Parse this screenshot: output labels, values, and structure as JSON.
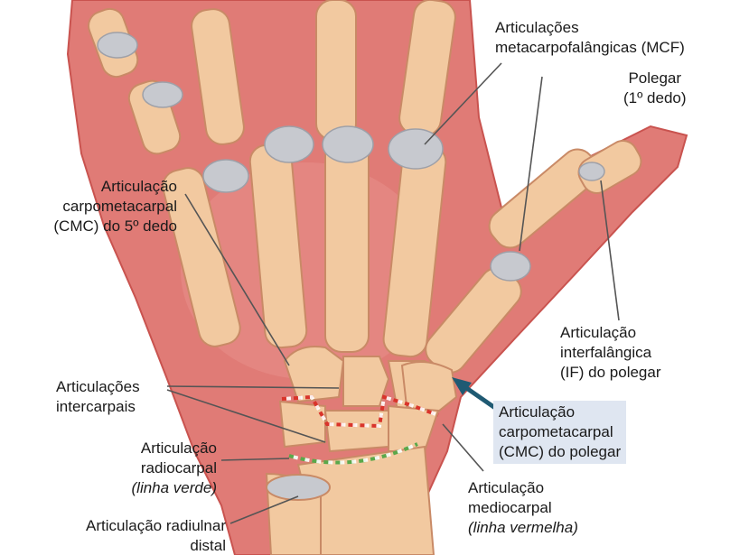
{
  "colors": {
    "skin": "#e07b76",
    "skin_dark": "#c9534f",
    "bone": "#f2c9a0",
    "bone_edge": "#c98a66",
    "cartilage": "#c7c9cf",
    "leader": "#555555",
    "arrow": "#1f5a73",
    "highlight_bg": "#dfe6f1",
    "radiocarpal_line": "#5aa84a",
    "midcarpal_line": "#d9342b"
  },
  "labels": {
    "mcf": {
      "line1": "Articulações",
      "line2": "metacarpofalângicas (MCF)"
    },
    "thumb": {
      "line1": "Polegar",
      "line2": "(1º dedo)"
    },
    "cmc5": {
      "line1": "Articulação",
      "line2": "carpometacarpal",
      "line3": "(CMC) do 5º dedo"
    },
    "if_thumb": {
      "line1": "Articulação",
      "line2": "interfalângica",
      "line3": "(IF) do polegar"
    },
    "intercarpal": {
      "line1": "Articulações",
      "line2": "intercarpais"
    },
    "cmc_thumb": {
      "line1": "Articulação",
      "line2": "carpometacarpal",
      "line3": "(CMC) do polegar"
    },
    "radiocarpal": {
      "line1": "Articulação",
      "line2": "radiocarpal",
      "line3": "(linha verde)"
    },
    "midcarpal": {
      "line1": "Articulação",
      "line2": "mediocarpal",
      "line3": "(linha vermelha)"
    },
    "radioulnar": {
      "line1": "Articulação radiulnar",
      "line2": "distal"
    }
  }
}
